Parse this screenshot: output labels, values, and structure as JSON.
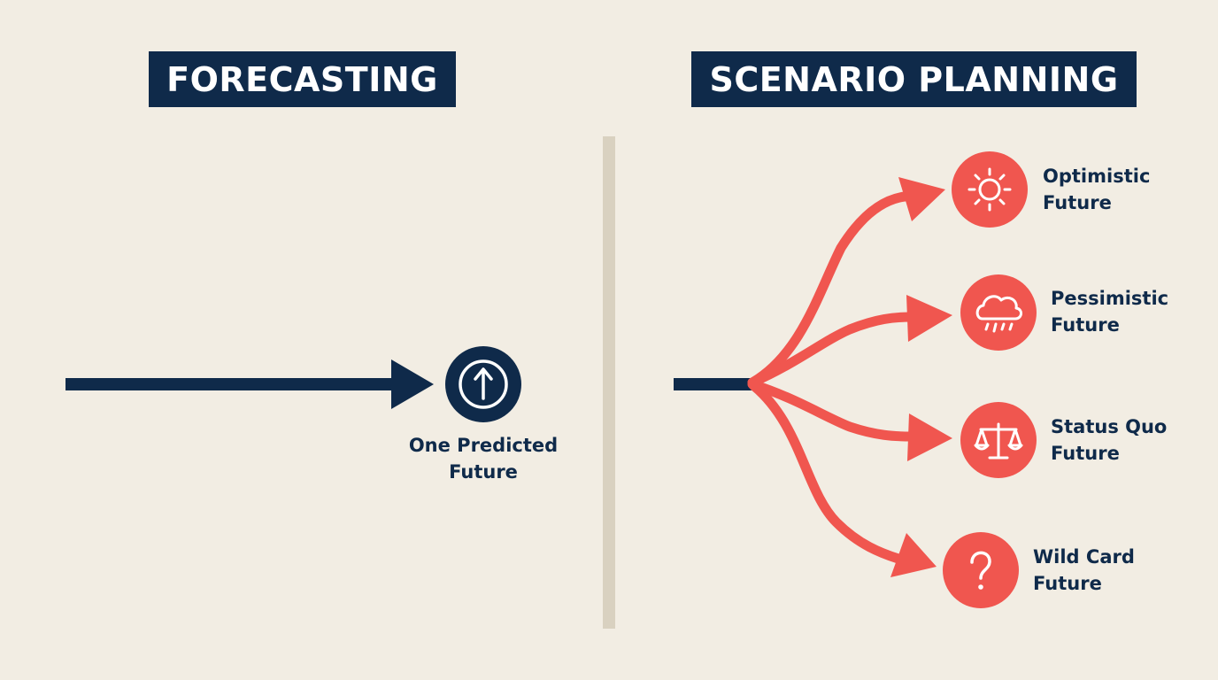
{
  "left_panel": {
    "title": "FORECASTING",
    "outcome": {
      "line1": "One Predicted",
      "line2": "Future",
      "icon": "up-arrow-icon"
    }
  },
  "right_panel": {
    "title": "SCENARIO PLANNING",
    "scenarios": [
      {
        "id": "optimistic",
        "line1": "Optimistic",
        "line2": "Future",
        "icon": "sun-icon"
      },
      {
        "id": "pessimistic",
        "line1": "Pessimistic",
        "line2": "Future",
        "icon": "rain-cloud-icon"
      },
      {
        "id": "status-quo",
        "line1": "Status Quo",
        "line2": "Future",
        "icon": "balance-scale-icon"
      },
      {
        "id": "wild-card",
        "line1": "Wild Card",
        "line2": "Future",
        "icon": "question-mark-icon"
      }
    ]
  },
  "colors": {
    "background": "#f2ede3",
    "navy": "#0f2a4a",
    "coral": "#f0564f",
    "divider": "#d9d1c0"
  }
}
